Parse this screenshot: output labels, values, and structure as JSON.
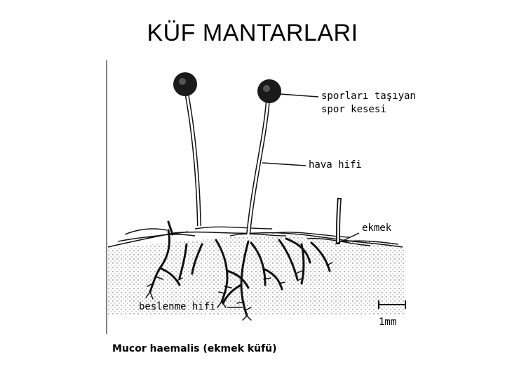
{
  "slide": {
    "title": "KÜF MANTARLARI"
  },
  "labels": {
    "sporangium_line1": "sporları taşıyan",
    "sporangium_line2": "spor kesesi",
    "aerial_hypha": "hava hifi",
    "bread": "ekmek",
    "feeding_hypha": "beslenme hifi",
    "scale": "1mm",
    "caption": "Mucor haemalis (ekmek küfü)"
  }
}
